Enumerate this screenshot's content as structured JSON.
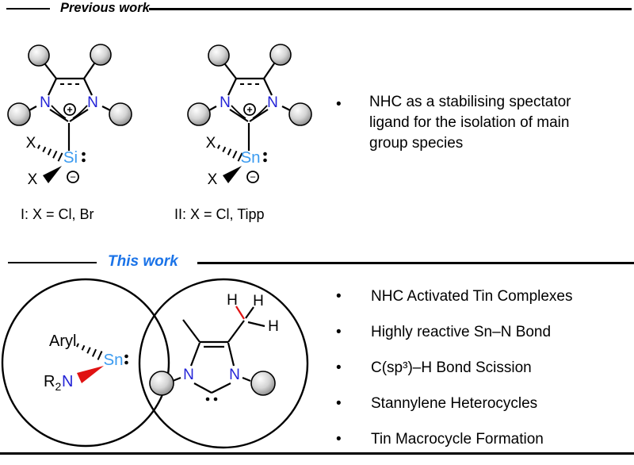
{
  "ui": {
    "bullet_char": "•"
  },
  "colors": {
    "nitrogen_blue": "#2323d7",
    "element_blue": "#3b9bf0",
    "heading_blue": "#1a73e8",
    "bond_red": "#e01212",
    "line_black": "#000000"
  },
  "atoms": {
    "n": "N",
    "x": "X",
    "si": "Si",
    "sn": "Sn",
    "h": "H",
    "r": "R",
    "sub2": "2",
    "aryl": "Aryl",
    "plus": "+",
    "minus": "−"
  },
  "previous_work": {
    "heading": "Previous work",
    "structure1_label": "I: X = Cl, Br",
    "structure2_label": "II: X = Cl, Tipp",
    "bullet": "NHC as a stabilising spectator ligand for the isolation of main group species"
  },
  "this_work": {
    "heading": "This work",
    "bullets": [
      "NHC Activated Tin Complexes",
      "Highly reactive Sn–N Bond",
      "C(sp³)–H Bond Scission",
      "Stannylene Heterocycles",
      "Tin Macrocycle Formation"
    ]
  }
}
